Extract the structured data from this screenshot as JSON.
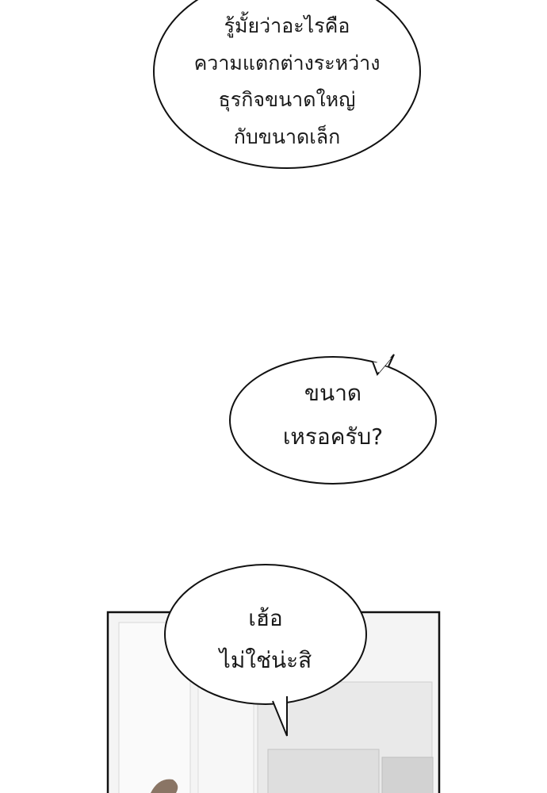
{
  "bubbles": [
    {
      "lines": [
        "รู้มั้ยว่าอะไรคือ",
        "ความแตกต่างระหว่าง",
        "ธุรกิจขนาดใหญ่",
        "กับขนาดเล็ก"
      ]
    },
    {
      "lines": [
        "ขนาด",
        "เหรอครับ?"
      ]
    },
    {
      "lines": [
        "เฮ้อ",
        "ไม่ใช่น่ะสิ"
      ]
    }
  ],
  "colors": {
    "background": "#ffffff",
    "outline": "#1a1a1a",
    "panel_bg": "#f3f3f3"
  }
}
